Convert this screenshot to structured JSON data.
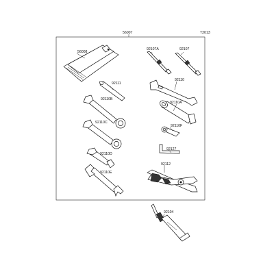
{
  "diagram": {
    "id_code": "T2013",
    "kit_number": "56007",
    "labels": {
      "bag": "56008",
      "plug_wrench_a": "92107A",
      "plug_wrench_b": "92107",
      "bar": "92111",
      "wrench_92110b": "92110B",
      "wrench_92110c": "92110C",
      "wrench_92110d": "92110D",
      "wrench_92110e": "92110E",
      "spanner_92110": "92110",
      "box_92110a": "92110A",
      "socket_92110f": "92110F",
      "hex_key": "92127",
      "pliers": "92112",
      "grease": "92104"
    }
  }
}
